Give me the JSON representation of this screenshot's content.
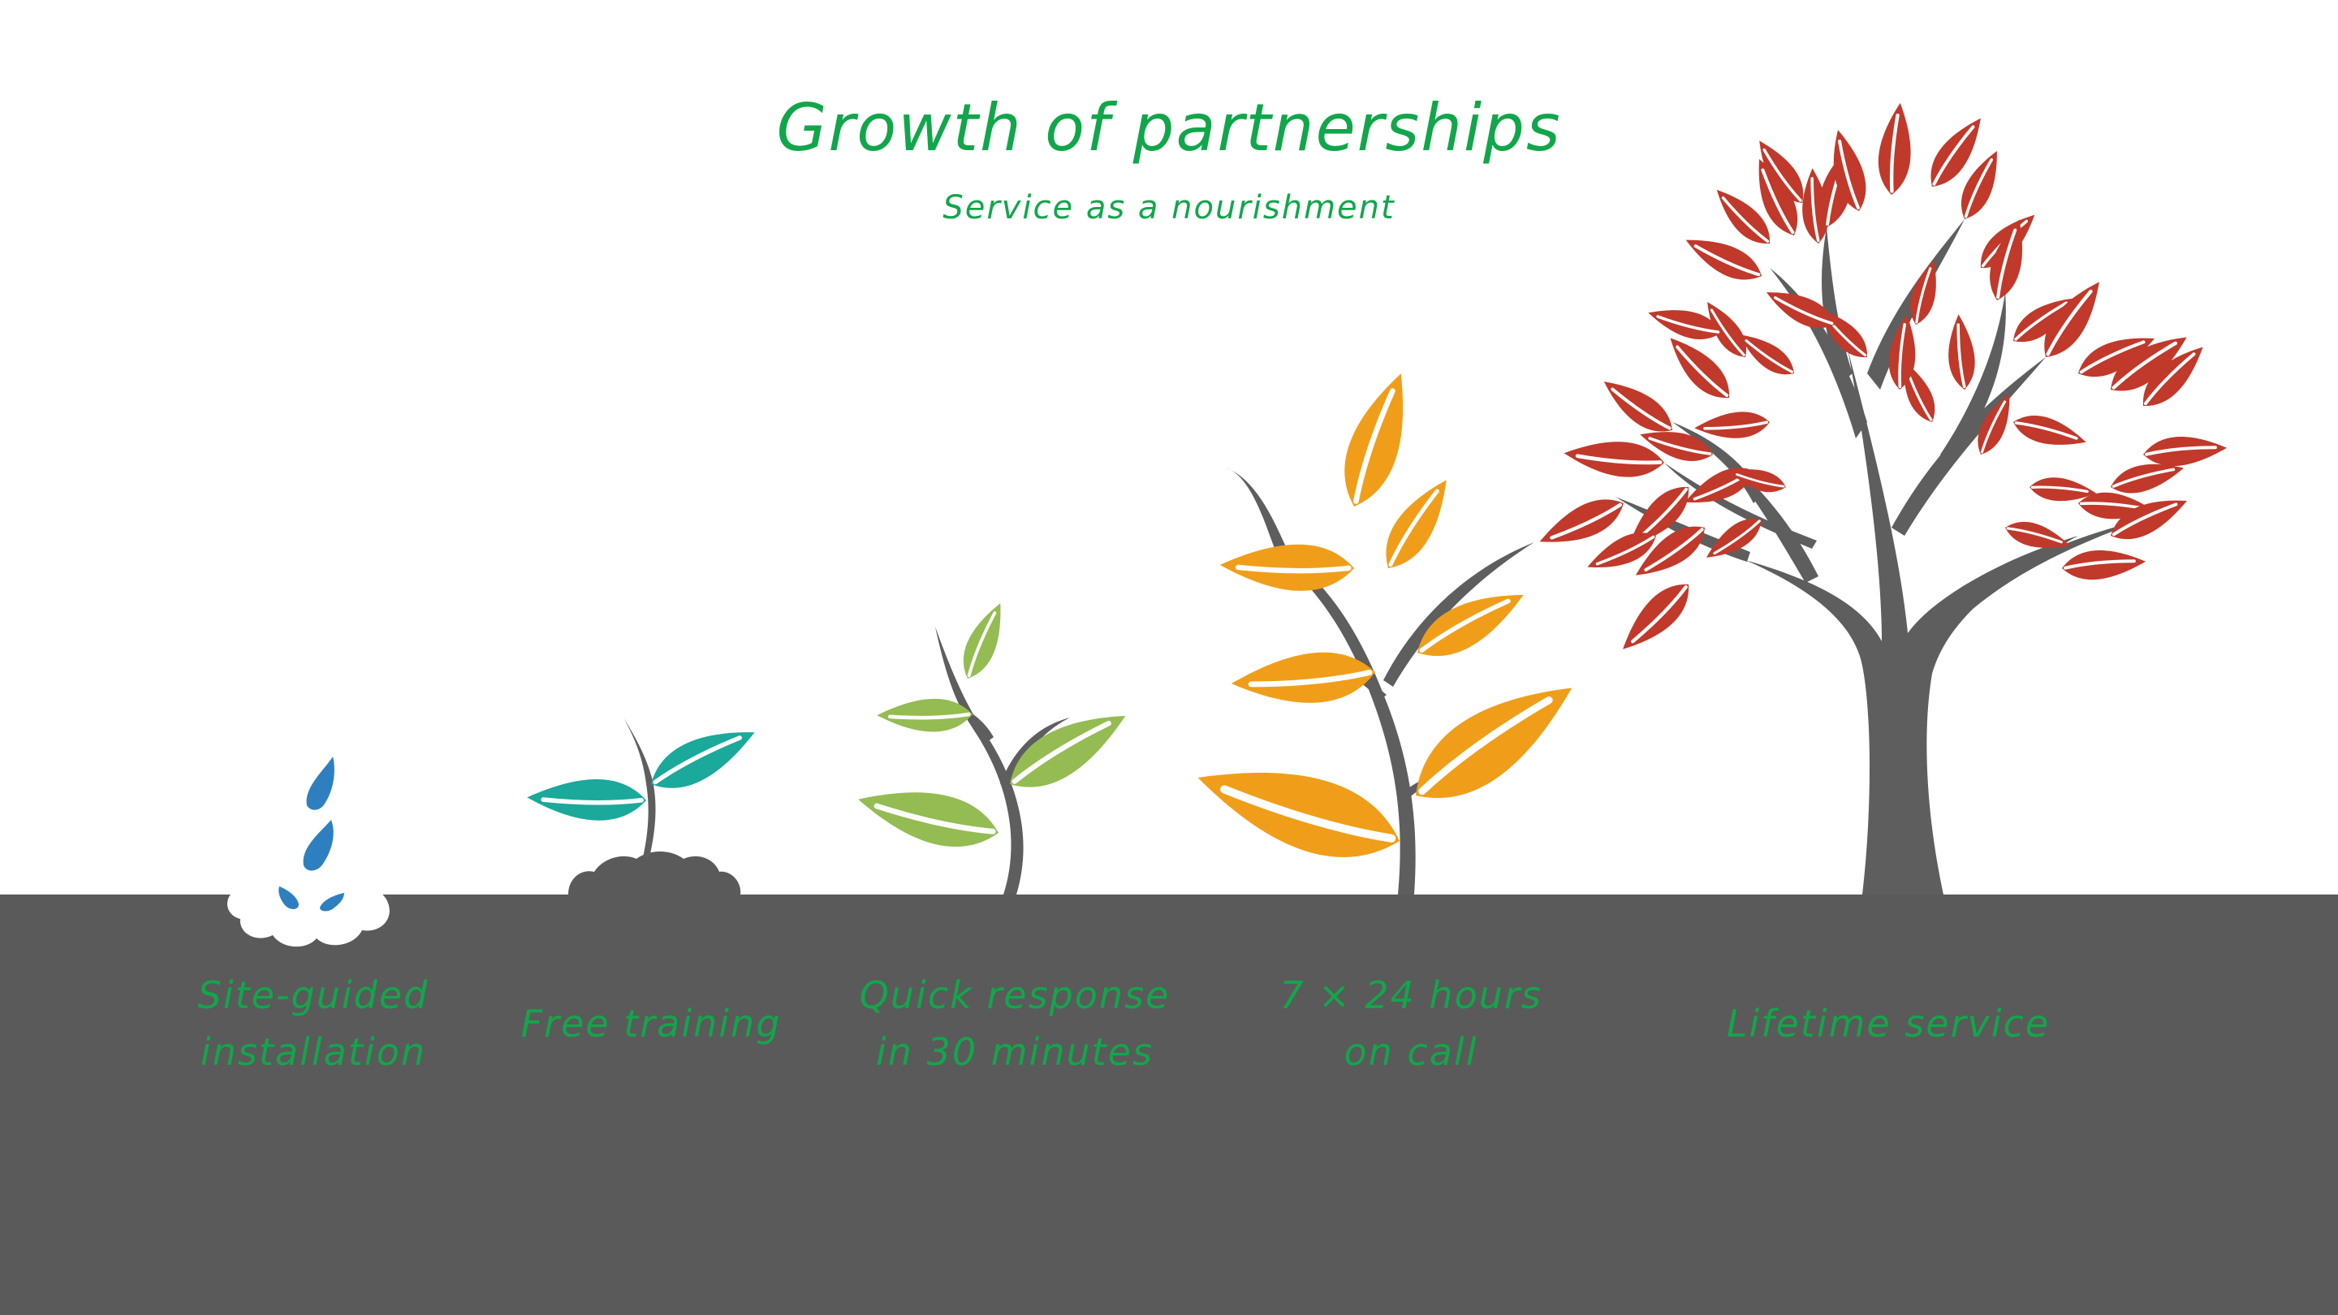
{
  "title": "Growth of partnerships",
  "subtitle": "Service as a nourishment",
  "stages": [
    {
      "line1": "Site-guided",
      "line2": "installation",
      "color": "#2e7fbf",
      "icon": "seed-drops-icon"
    },
    {
      "line1": "Free training",
      "line2": "",
      "color": "#1aa99a",
      "icon": "sprout-icon"
    },
    {
      "line1": "Quick response",
      "line2": "in 30 minutes",
      "color": "#94bc52",
      "icon": "seedling-icon"
    },
    {
      "line1": "7 × 24 hours",
      "line2": "on call",
      "color": "#f09e1a",
      "icon": "young-plant-icon"
    },
    {
      "line1": "Lifetime service",
      "line2": "",
      "color": "#c0392b",
      "icon": "tree-icon"
    }
  ],
  "colors": {
    "text": "#12a64b",
    "ground": "#5a5a5a",
    "stem": "#5e5e5e",
    "background": "#ffffff"
  }
}
